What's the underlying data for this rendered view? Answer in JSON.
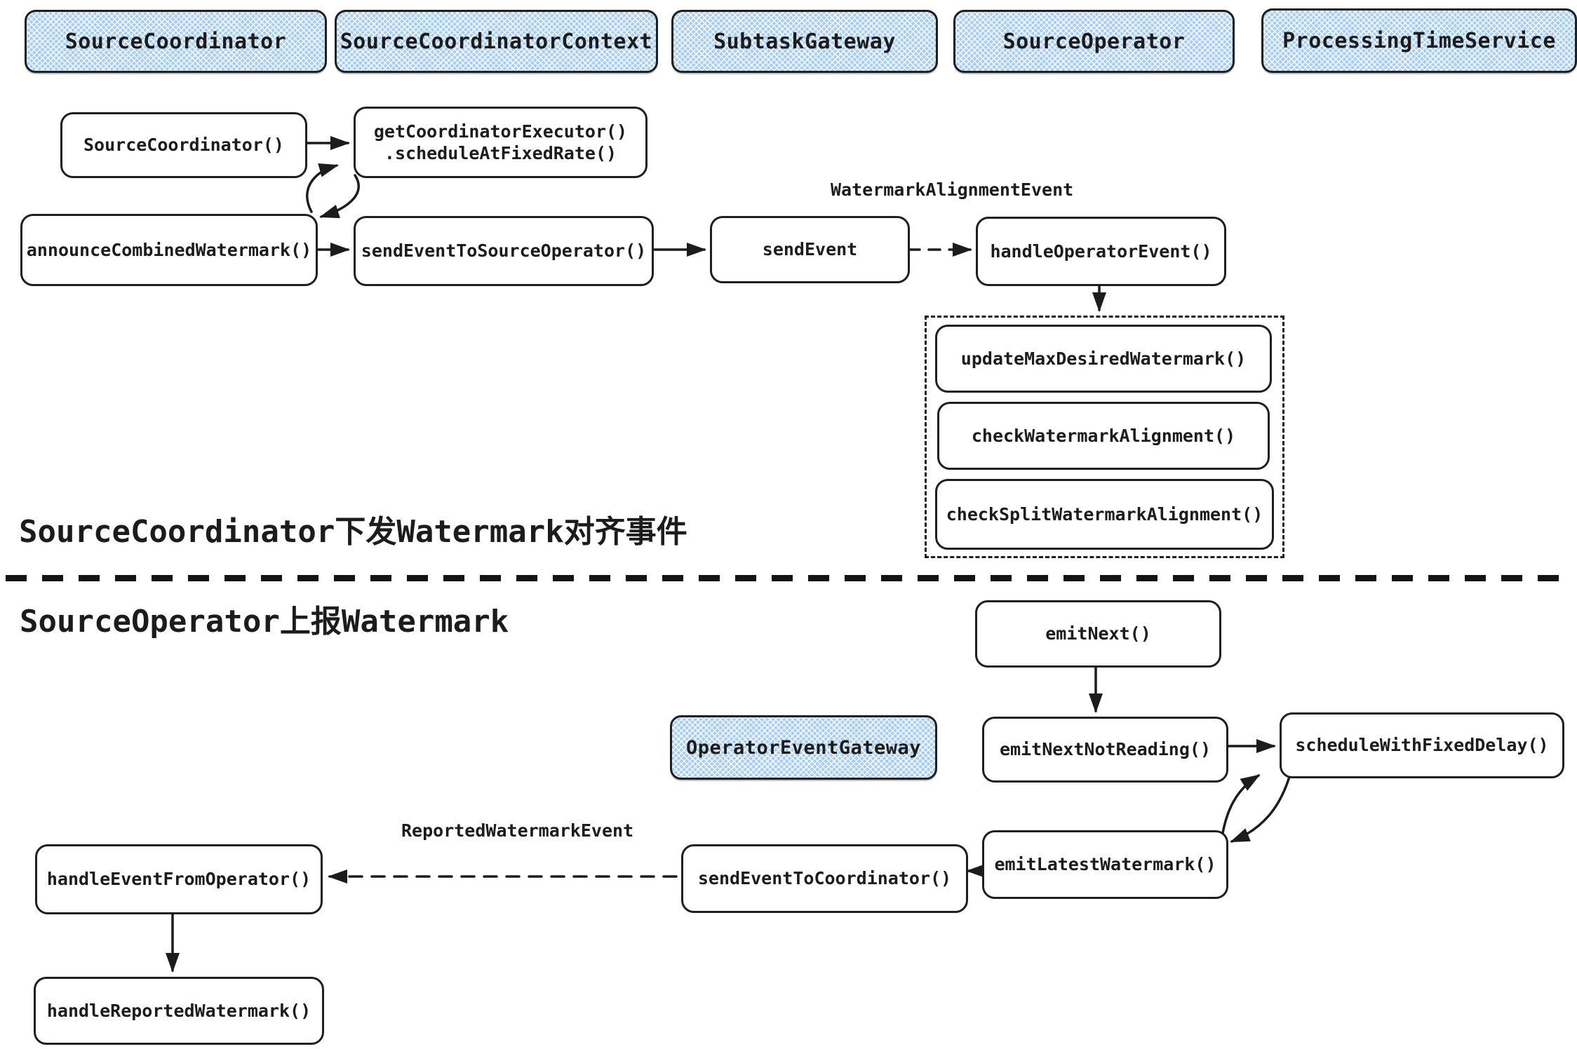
{
  "diagram": {
    "lanes": [
      "SourceCoordinator",
      "SourceCoordinatorContext",
      "SubtaskGateway",
      "SourceOperator",
      "ProcessingTimeService"
    ],
    "gateway_lane": "OperatorEventGateway",
    "sections": {
      "top_title": "SourceCoordinator下发Watermark对齐事件",
      "bottom_title": "SourceOperator上报Watermark"
    },
    "nodes": {
      "source_coordinator_ctor": "SourceCoordinator()",
      "get_coordinator_executor": "getCoordinatorExecutor()\n.scheduleAtFixedRate()",
      "announce_combined_watermark": "announceCombinedWatermark()",
      "send_event_to_source_operator": "sendEventToSourceOperator()",
      "send_event": "sendEvent",
      "handle_operator_event": "handleOperatorEvent()",
      "update_max_desired_watermark": "updateMaxDesiredWatermark()",
      "check_watermark_alignment": "checkWatermarkAlignment()",
      "check_split_watermark_alignment": "checkSplitWatermarkAlignment()",
      "emit_next": "emitNext()",
      "emit_next_not_reading": "emitNextNotReading()",
      "schedule_with_fixed_delay": "scheduleWithFixedDelay()",
      "emit_latest_watermark": "emitLatestWatermark()",
      "send_event_to_coordinator": "sendEventToCoordinator()",
      "handle_event_from_operator": "handleEventFromOperator()",
      "handle_reported_watermark": "handleReportedWatermark()"
    },
    "edge_labels": {
      "alignment_event": "WatermarkAlignmentEvent",
      "reported_event": "ReportedWatermarkEvent"
    },
    "colors": {
      "lane_fill": "#a8cdf3",
      "lane_hatch": "#ffffff",
      "stroke": "#1c1c1c",
      "node_fill": "#ffffff"
    }
  }
}
